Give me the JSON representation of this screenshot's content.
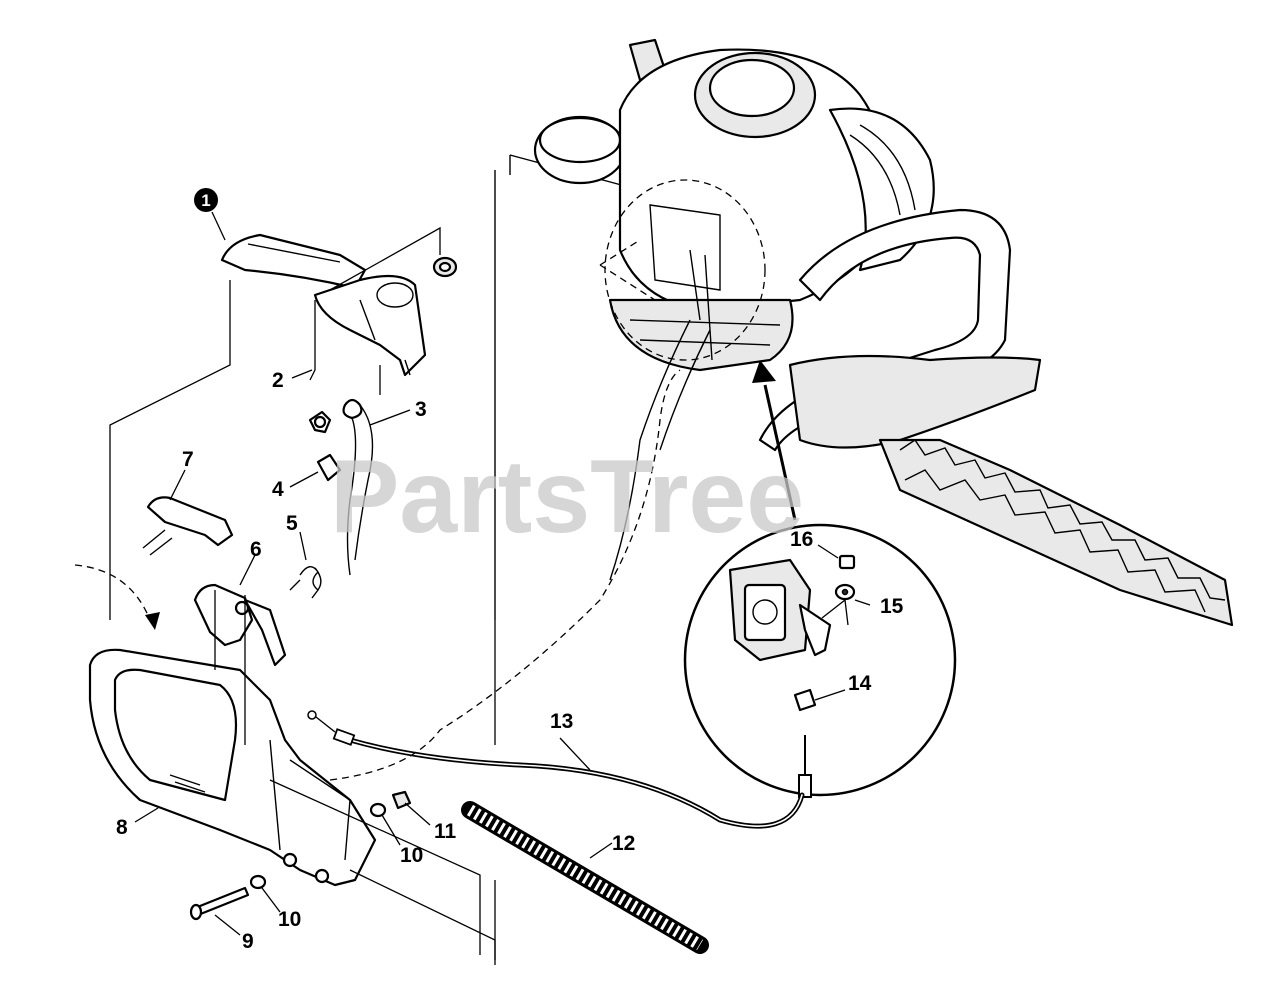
{
  "watermark": "PartsTree",
  "callouts": [
    {
      "id": "1",
      "text": "1",
      "badge": true
    },
    {
      "id": "2",
      "text": "2"
    },
    {
      "id": "3",
      "text": "3"
    },
    {
      "id": "4",
      "text": "4"
    },
    {
      "id": "5",
      "text": "5"
    },
    {
      "id": "6",
      "text": "6"
    },
    {
      "id": "7",
      "text": "7"
    },
    {
      "id": "8",
      "text": "8"
    },
    {
      "id": "9",
      "text": "9"
    },
    {
      "id": "10a",
      "text": "10"
    },
    {
      "id": "10b",
      "text": "10"
    },
    {
      "id": "11",
      "text": "11"
    },
    {
      "id": "12",
      "text": "12"
    },
    {
      "id": "13",
      "text": "13"
    },
    {
      "id": "14",
      "text": "14"
    },
    {
      "id": "15",
      "text": "15"
    },
    {
      "id": "16",
      "text": "16"
    }
  ],
  "colors": {
    "line": "#000000",
    "watermark": "#c9c9c9",
    "background": "#ffffff"
  }
}
